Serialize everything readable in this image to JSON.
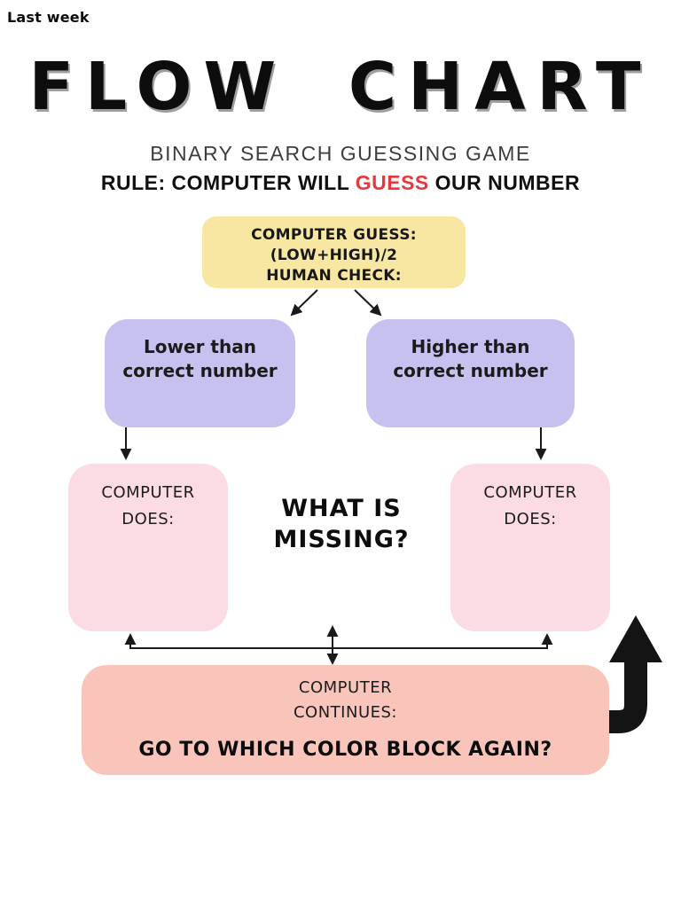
{
  "page": {
    "corner_label": "Last week"
  },
  "header": {
    "title": "FLOW CHART",
    "subtitle": "BINARY SEARCH GUESSING GAME",
    "rule": {
      "prefix": "RULE: COMPUTER WILL ",
      "highlight": "GUESS",
      "suffix": " OUR NUMBER",
      "highlight_color": "#E8383E"
    }
  },
  "flowchart": {
    "guess_box": {
      "lines": [
        "COMPUTER GUESS:",
        "(LOW+HIGH)/2",
        "HUMAN CHECK:"
      ],
      "color": "#F8E7A3"
    },
    "lower_box": {
      "lines": [
        "Lower than",
        "correct number"
      ],
      "color": "#C7C1EF"
    },
    "higher_box": {
      "lines": [
        "Higher than",
        "correct number"
      ],
      "color": "#C7C1EF"
    },
    "left_does_box": {
      "lines": [
        "COMPUTER",
        "DOES:"
      ],
      "color": "#FCDCE4"
    },
    "right_does_box": {
      "lines": [
        "COMPUTER",
        "DOES:"
      ],
      "color": "#FCDCE4"
    },
    "missing_note": {
      "lines": [
        "WHAT IS",
        "MISSING?"
      ]
    },
    "continue_box": {
      "lines": [
        "COMPUTER",
        "CONTINUES:"
      ],
      "question": "GO TO WHICH COLOR BLOCK AGAIN?",
      "color": "#F9C5BB"
    },
    "arrow_color": "#1A1A1A"
  }
}
